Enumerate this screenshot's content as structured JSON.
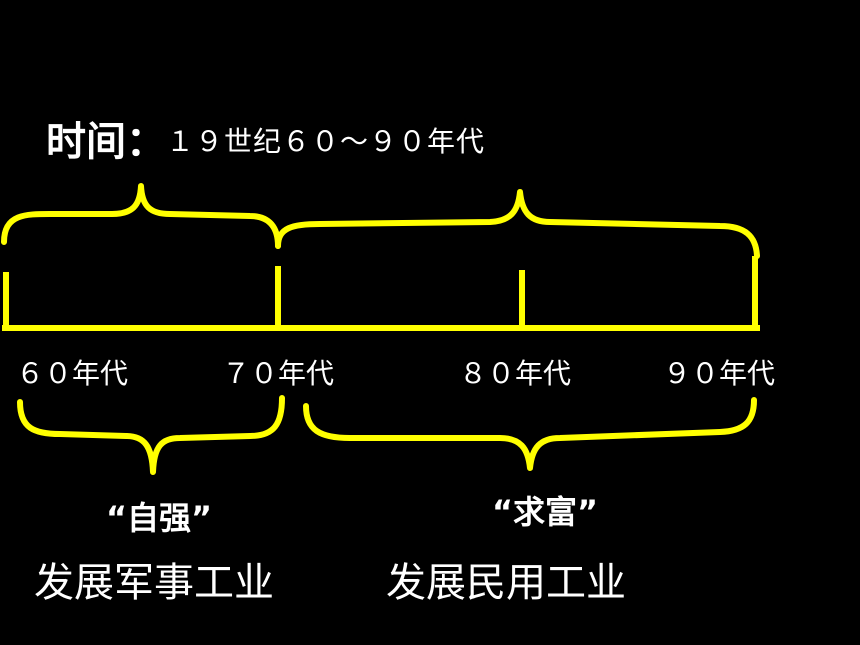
{
  "title": {
    "label": "时间：",
    "value": "１９世纪６０～９０年代"
  },
  "timeline": {
    "ticks": [
      "６０年代",
      "７０年代",
      "８０年代",
      "９０年代"
    ]
  },
  "phases": [
    {
      "slogan": "“自强”",
      "description": "发展军事工业"
    },
    {
      "slogan": "“求富”",
      "description": "发展民用工业"
    }
  ],
  "colors": {
    "background": "#000000",
    "text": "#ffffff",
    "accent": "#ffff00"
  }
}
